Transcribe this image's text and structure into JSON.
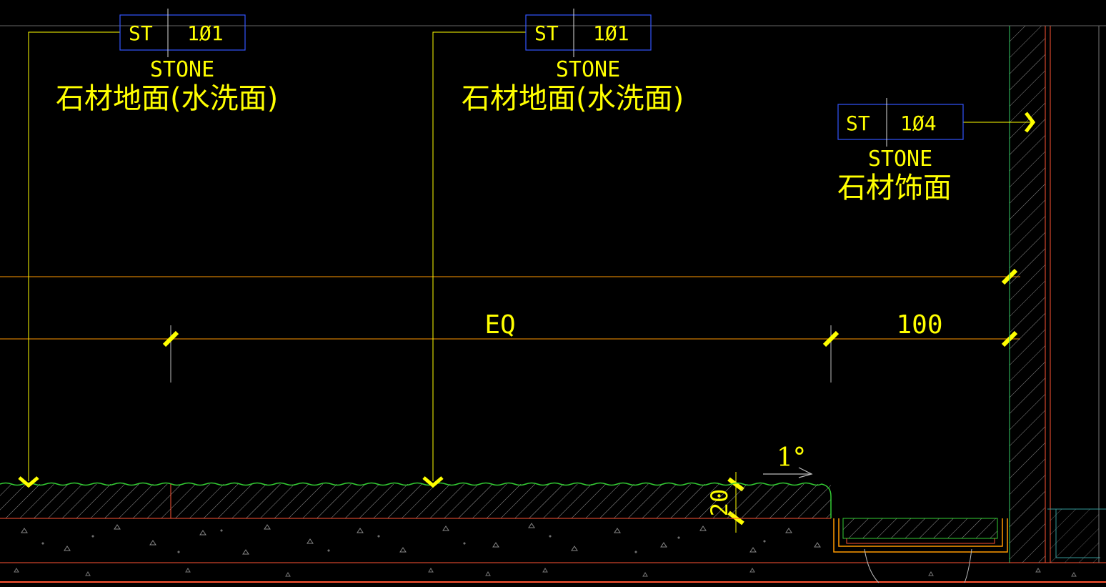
{
  "drawing": {
    "tags": [
      {
        "code": "ST",
        "number": "1Ø1",
        "material": "STONE",
        "description": "石材地面(水洗面)"
      },
      {
        "code": "ST",
        "number": "1Ø1",
        "material": "STONE",
        "description": "石材地面(水洗面)"
      },
      {
        "code": "ST",
        "number": "1Ø4",
        "material": "STONE",
        "description": "石材饰面"
      }
    ],
    "dimensions": {
      "eq_label": "EQ",
      "offset_label": "100",
      "thickness_label": "20",
      "slope_label": "1°"
    },
    "colors": {
      "background": "#000000",
      "annotation": "#ffff00",
      "tag_box": "#3355ff",
      "dimension_line": "#ff9900",
      "section_line": "#ff5533",
      "finish_line": "#33cc33",
      "hatch": "#aaaaaa",
      "wall_line": "#33cc66",
      "cyan_line": "#339999"
    }
  }
}
